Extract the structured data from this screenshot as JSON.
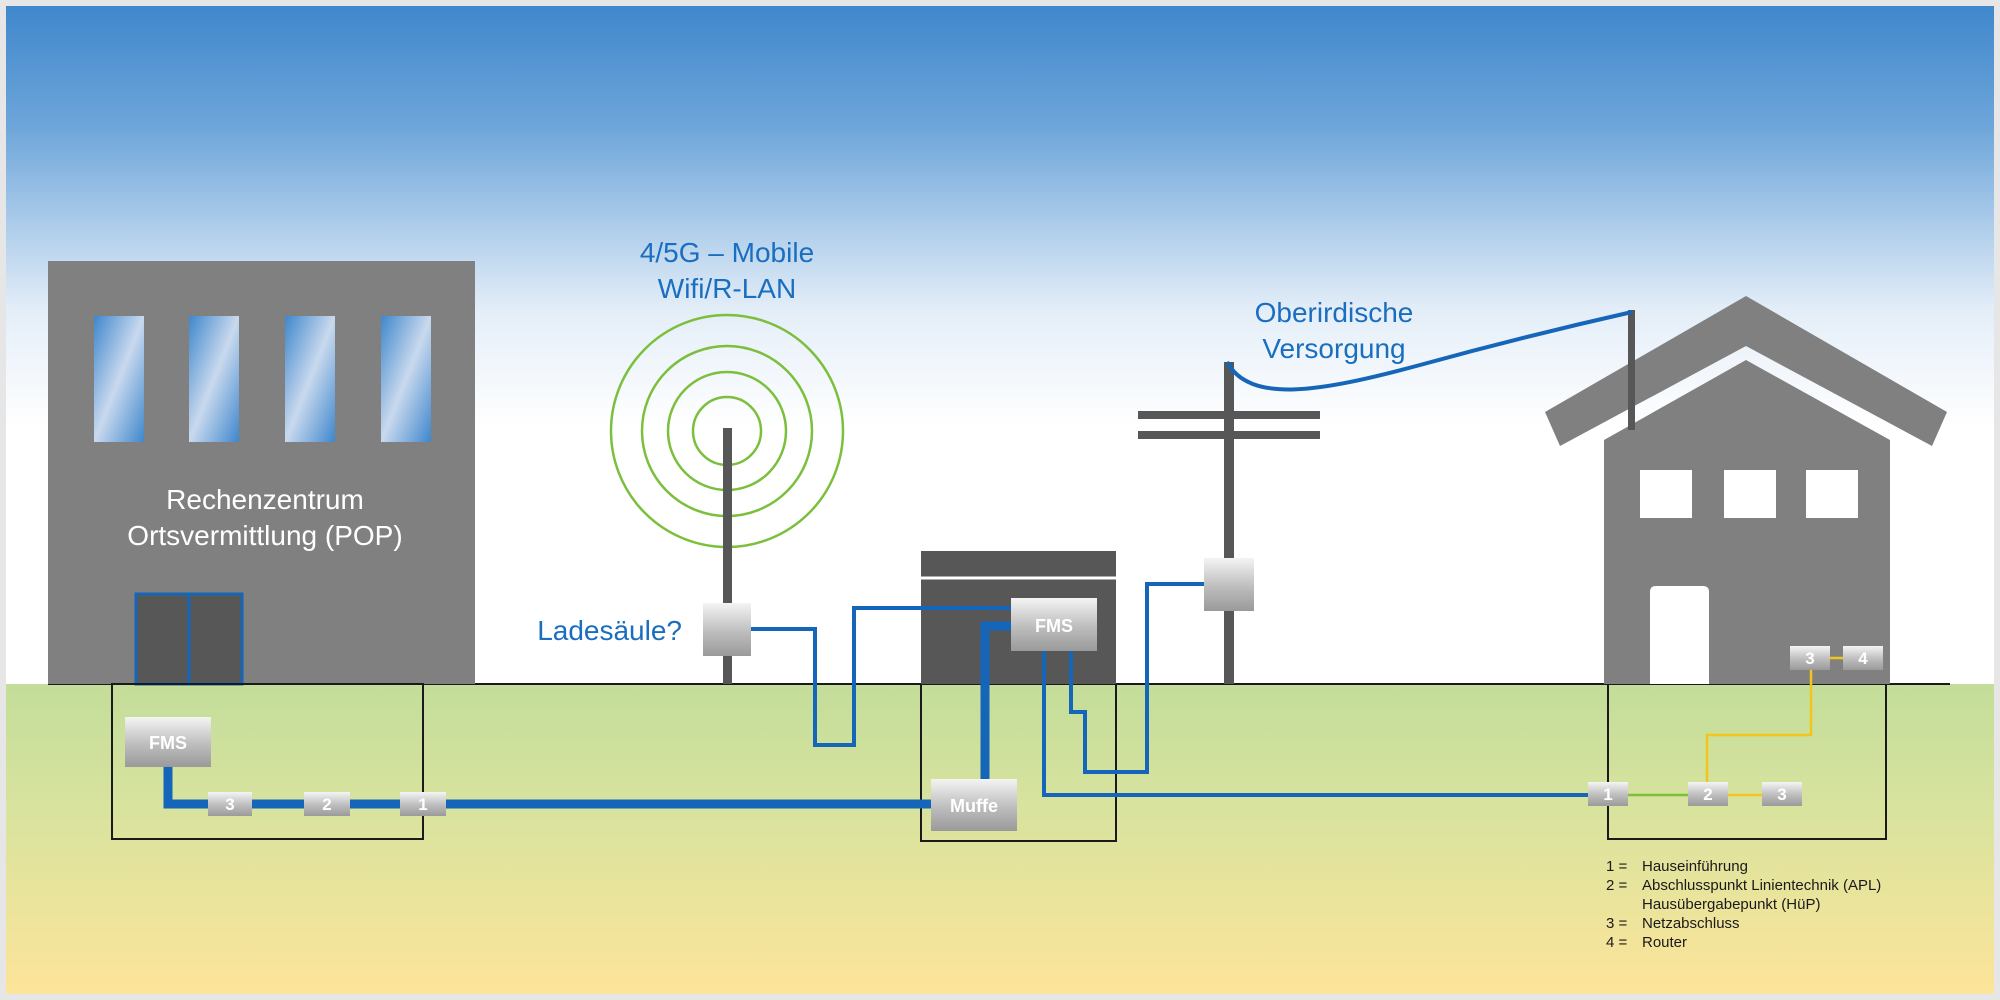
{
  "datacenter": {
    "line1": "Rechenzentrum",
    "line2": "Ortsvermittlung (POP)"
  },
  "mobile": {
    "line1": "4/5G – Mobile",
    "line2": "Wifi/R-LAN"
  },
  "overhead": {
    "line1": "Oberirdische",
    "line2": "Versorgung"
  },
  "charging_station": "Ladesäule?",
  "boxes": {
    "fms_pop": "FMS",
    "fms_cabinet": "FMS",
    "muffe": "Muffe",
    "pop_3": "3",
    "pop_2": "2",
    "pop_1": "1",
    "house_1": "1",
    "house_2": "2",
    "house_3": "3",
    "house_3b": "3",
    "house_4": "4"
  },
  "legend": [
    {
      "key": "1 =",
      "text": "Hauseinführung"
    },
    {
      "key": "2 =",
      "text": "Abschlusspunkt Linientechnik (APL)"
    },
    {
      "key": "",
      "text": "Hausübergabepunkt (HüP)"
    },
    {
      "key": "3 =",
      "text": "Netzabschluss"
    },
    {
      "key": "4 =",
      "text": "Router"
    }
  ],
  "colors": {
    "fiber_blue": "#1565b8",
    "label_blue": "#1a6ec0",
    "building_gray": "#808080",
    "dark_gray": "#575757",
    "wifi_green": "#7bbf3d",
    "inhouse_yellow": "#f2c51c",
    "ground_green": "#c5de9a",
    "ground_yellow": "#fde49a",
    "sky_blue": "#3f87cc"
  }
}
